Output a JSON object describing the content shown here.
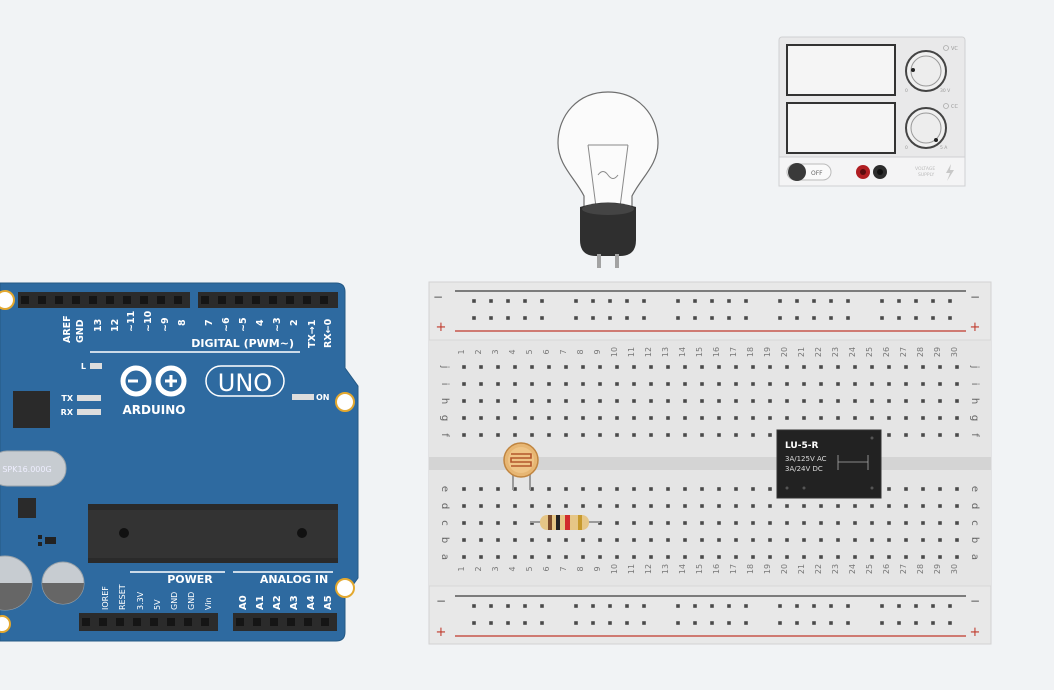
{
  "arduino": {
    "digital_header_label": "DIGITAL (PWM~)",
    "top_pins": [
      "AREF",
      "GND",
      "13",
      "12",
      "~11",
      "~10",
      "~9",
      "8",
      "7",
      "~6",
      "~5",
      "4",
      "~3",
      "2",
      "TX→1",
      "RX←0"
    ],
    "led_l": "L",
    "led_tx": "TX",
    "led_rx": "RX",
    "on_label": "ON",
    "uno_text": "UNO",
    "brand": "ARDUINO",
    "crystal_text": "SPK16.000G",
    "power_label": "POWER",
    "analog_label": "ANALOG IN",
    "power_pins": [
      "IOREF",
      "RESET",
      "3.3V",
      "5V",
      "GND",
      "GND",
      "Vin"
    ],
    "analog_pins": [
      "A0",
      "A1",
      "A2",
      "A3",
      "A4",
      "A5"
    ]
  },
  "breadboard": {
    "rail_minus": "−",
    "rail_plus": "+",
    "row_letters_top": [
      "j",
      "i",
      "h",
      "g",
      "f"
    ],
    "row_letters_bottom": [
      "e",
      "d",
      "c",
      "b",
      "a"
    ],
    "columns": 30
  },
  "relay": {
    "model": "LU-5-R",
    "spec1": "3A/125V AC",
    "spec2": "3A/24V  DC"
  },
  "power_supply": {
    "voltage_unit": "VC",
    "current_unit": "CC",
    "voltage_min": "0",
    "voltage_max": "30 V",
    "current_min": "0",
    "current_max": "5 A",
    "switch_label": "OFF",
    "brand_line1": "VOLTAGE",
    "brand_line2": "SUPPLY"
  },
  "colors": {
    "background": "#f1f3f5",
    "arduino_blue": "#2e6aa0",
    "breadboard": "#e7e7e7",
    "rail_red": "#c0392b",
    "relay": "#222222"
  }
}
